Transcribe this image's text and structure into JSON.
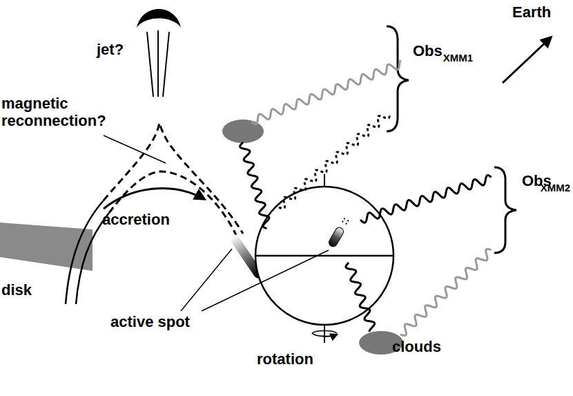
{
  "diagram": {
    "labels": [
      "jet?",
      "Obs",
      "XMM1",
      "Earth",
      "magnetic reconnection?",
      "accretion",
      "Obs",
      "XMM2",
      "disk",
      "active spot",
      "rotation",
      "clouds"
    ]
  }
}
